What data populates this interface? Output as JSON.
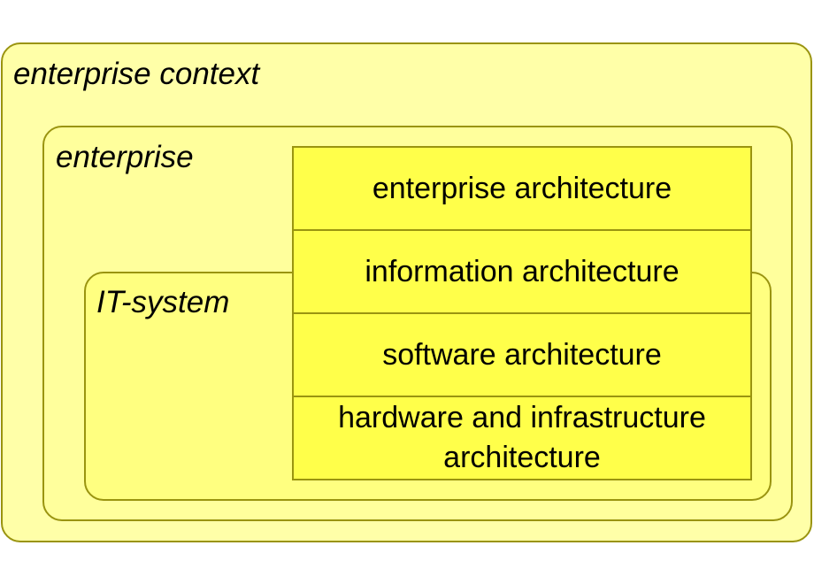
{
  "regions": {
    "enterprise_context": {
      "label": "enterprise context",
      "fill": "#ffffa8"
    },
    "enterprise": {
      "label": "enterprise",
      "fill": "#ffff9c"
    },
    "it_system": {
      "label": "IT-system",
      "fill": "#ffff80"
    }
  },
  "layers": [
    "enterprise architecture",
    "information architecture",
    "software architecture",
    "hardware and infrastructure architecture"
  ],
  "colors": {
    "border": "#9a9410",
    "layer_fill": "#ffff4a"
  }
}
